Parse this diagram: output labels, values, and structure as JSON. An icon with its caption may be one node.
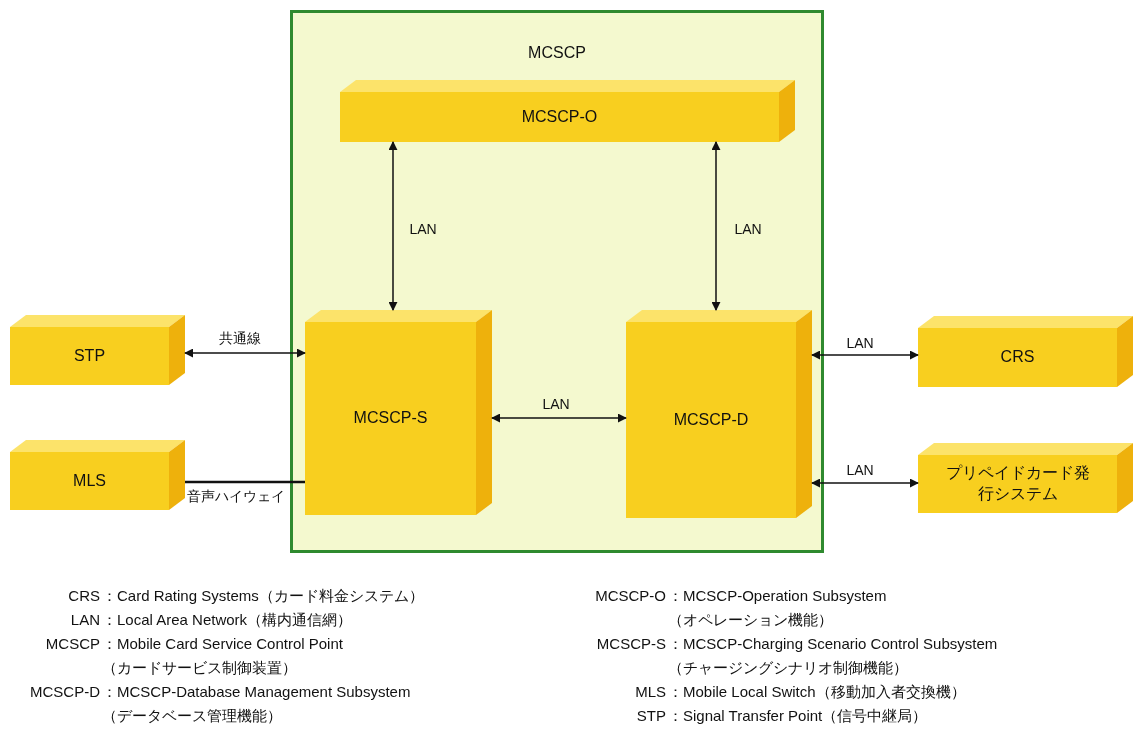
{
  "diagram": {
    "nodes": [
      {
        "text": [
          "MCSCP"
        ]
      },
      {
        "text": [
          "MCSCP-O"
        ],
        "in": 0
      },
      {
        "text": [
          "STP"
        ]
      },
      {
        "text": [
          "MCSCP-S"
        ],
        "in": 0
      },
      {
        "text": [
          "MCSCP-D"
        ],
        "in": 0
      },
      {
        "text": [
          "CRS"
        ]
      },
      {
        "text": [
          "MLS"
        ]
      },
      {
        "text": [
          "プリペイドカード発行システム"
        ]
      }
    ],
    "edges": [
      {
        "from": 3,
        "to": 1,
        "arrow": "both",
        "label": "LAN"
      },
      {
        "from": 4,
        "to": 1,
        "arrow": "both",
        "label": "LAN"
      },
      {
        "from": 2,
        "to": 3,
        "arrow": "both",
        "label": "共通線"
      },
      {
        "from": 3,
        "to": 4,
        "arrow": "both",
        "label": "LAN"
      },
      {
        "from": 4,
        "to": 5,
        "arrow": "both",
        "label": "LAN"
      },
      {
        "from": 4,
        "to": 7,
        "arrow": "both",
        "label": "LAN"
      },
      {
        "from": 6,
        "to": 3,
        "arrow": "none",
        "label": "音声ハイウェイ"
      }
    ],
    "labels": [
      "CRS",
      "：Card Rating Systems（カード料金システム）",
      "LAN",
      "：Local Area Network（構内通信網）",
      "MCSCP",
      "：Mobile Card Service Control Point （カードサービス制御装置）",
      "MCSCP-D",
      "：MCSCP-Database Management Subsystem （データベース管理機能）",
      "MCSCP-O",
      "：MCSCP-Operation Subsystem （オペレーション機能）",
      "MCSCP-S",
      "：MCSCP-Charging Scenario Control Subsystem （チャージングシナリオ制御機能）",
      "MLS",
      "：Mobile Local Switch（移動加入者交換機）",
      "STP",
      "：Signal Transfer Point（信号中継局）"
    ]
  }
}
